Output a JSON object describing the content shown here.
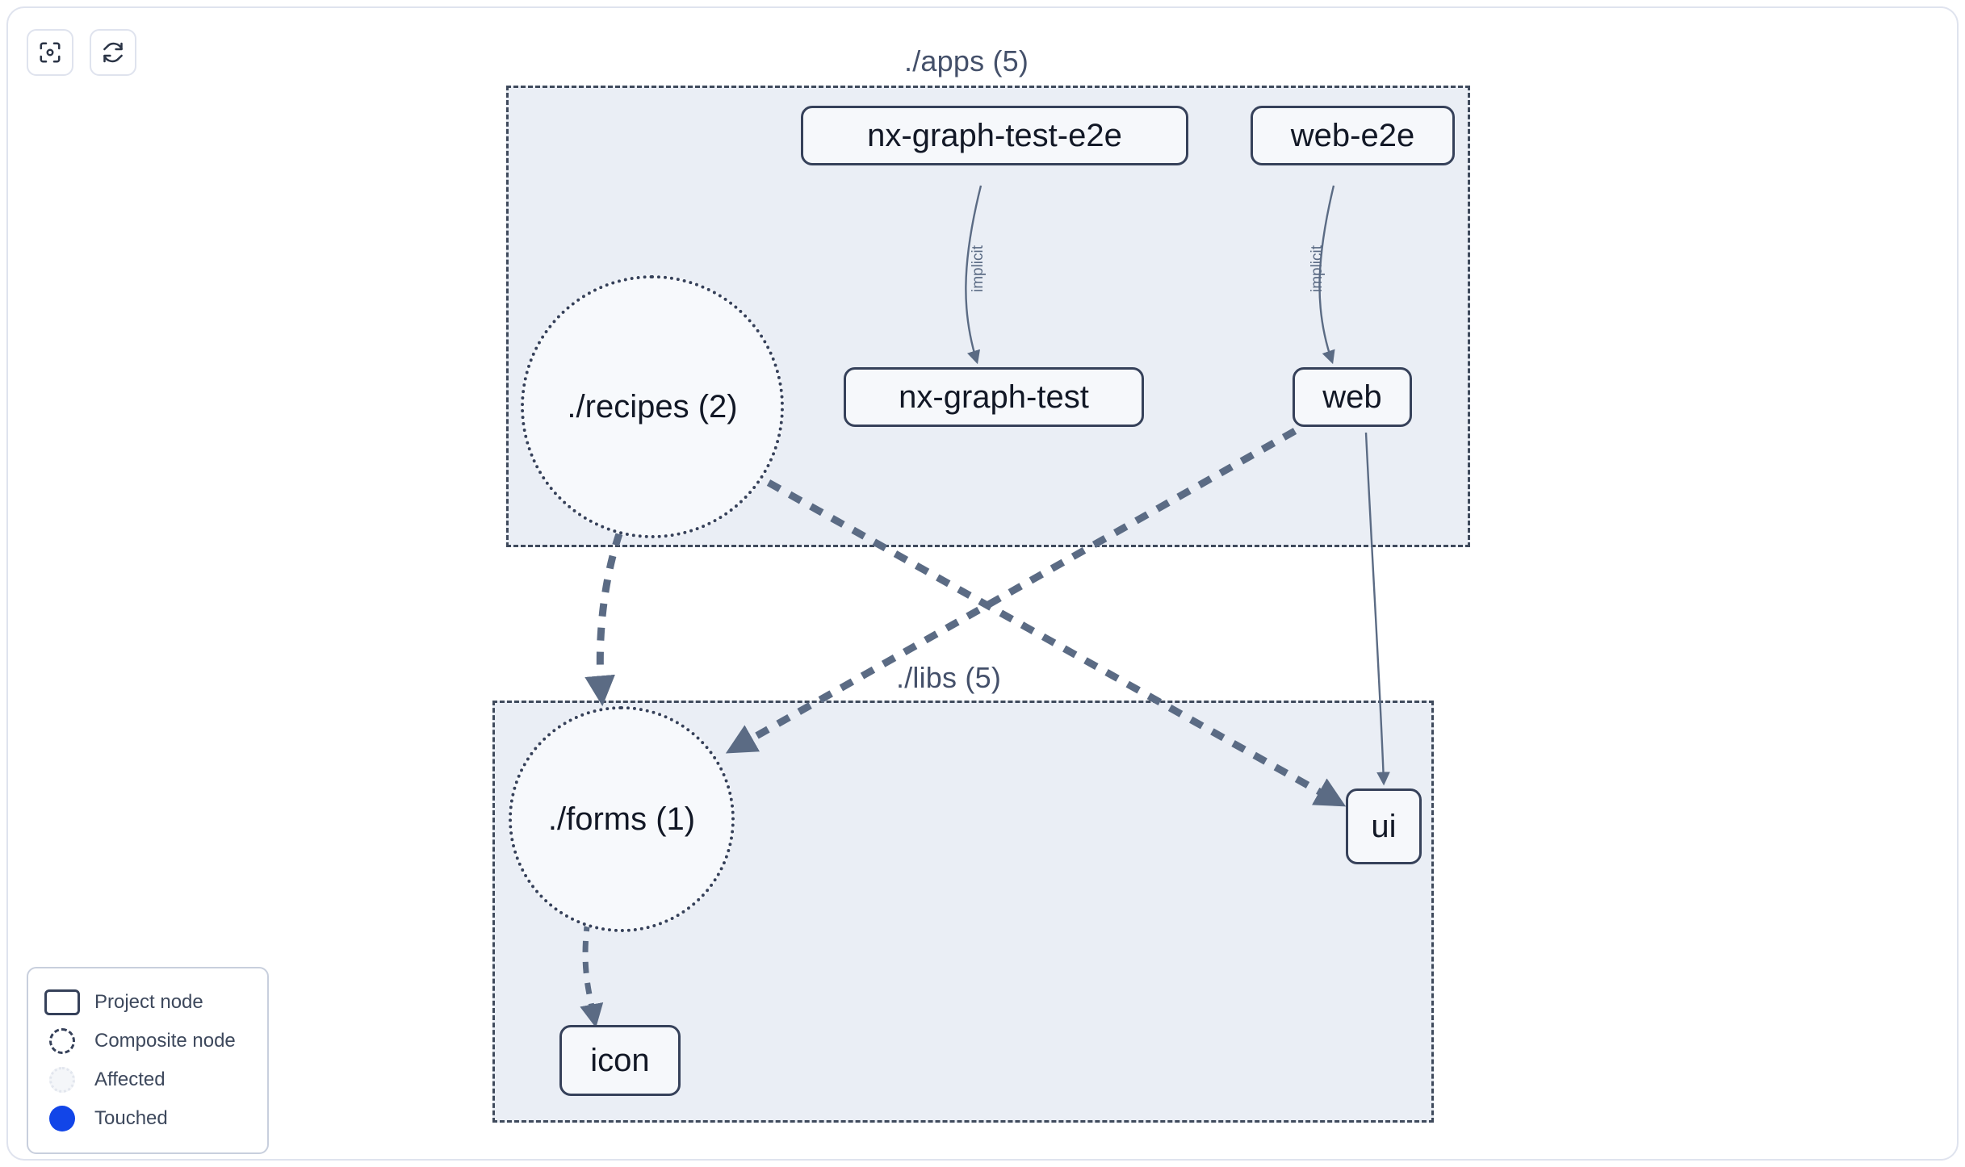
{
  "toolbar": {
    "buttons": [
      {
        "name": "focus-graph-button",
        "icon": "focus-target-icon",
        "label": "Focus graph"
      },
      {
        "name": "refresh-graph-button",
        "icon": "refresh-icon",
        "label": "Refresh graph"
      }
    ]
  },
  "graph": {
    "groups": [
      {
        "id": "apps",
        "label": "./apps (5)"
      },
      {
        "id": "libs",
        "label": "./libs (5)"
      }
    ],
    "nodes": [
      {
        "id": "nx-graph-test-e2e",
        "label": "nx-graph-test-e2e",
        "type": "project",
        "group": "apps"
      },
      {
        "id": "web-e2e",
        "label": "web-e2e",
        "type": "project",
        "group": "apps"
      },
      {
        "id": "recipes",
        "label": "./recipes (2)",
        "type": "composite",
        "group": "apps"
      },
      {
        "id": "nx-graph-test",
        "label": "nx-graph-test",
        "type": "project",
        "group": "apps"
      },
      {
        "id": "web",
        "label": "web",
        "type": "project",
        "group": "apps"
      },
      {
        "id": "forms",
        "label": "./forms (1)",
        "type": "composite",
        "group": "libs"
      },
      {
        "id": "ui",
        "label": "ui",
        "type": "project",
        "group": "libs"
      },
      {
        "id": "icon",
        "label": "icon",
        "type": "project",
        "group": "libs"
      }
    ],
    "edges": [
      {
        "from": "nx-graph-test-e2e",
        "to": "nx-graph-test",
        "label": "implicit",
        "style": "solid"
      },
      {
        "from": "web-e2e",
        "to": "web",
        "label": "implicit",
        "style": "solid"
      },
      {
        "from": "web",
        "to": "ui",
        "label": "",
        "style": "solid"
      },
      {
        "from": "recipes",
        "to": "forms",
        "label": "",
        "style": "dashed"
      },
      {
        "from": "recipes",
        "to": "ui",
        "label": "",
        "style": "dashed"
      },
      {
        "from": "web",
        "to": "forms",
        "label": "",
        "style": "dashed"
      },
      {
        "from": "forms",
        "to": "icon",
        "label": "",
        "style": "dashed"
      }
    ],
    "edge_labels": [
      "implicit",
      "implicit"
    ]
  },
  "legend": {
    "items": [
      {
        "swatch": "project-node-swatch",
        "label": "Project node"
      },
      {
        "swatch": "composite-node-swatch",
        "label": "Composite node"
      },
      {
        "swatch": "affected-node-swatch",
        "label": "Affected"
      },
      {
        "swatch": "touched-node-swatch",
        "label": "Touched"
      }
    ]
  },
  "colors": {
    "group_fill": "#eaeef5",
    "group_border": "#3f4a5c",
    "node_fill": "#f6f8fb",
    "node_border": "#36415a",
    "edge": "#5b6b84",
    "touched": "#1245e8",
    "text": "#121826"
  }
}
